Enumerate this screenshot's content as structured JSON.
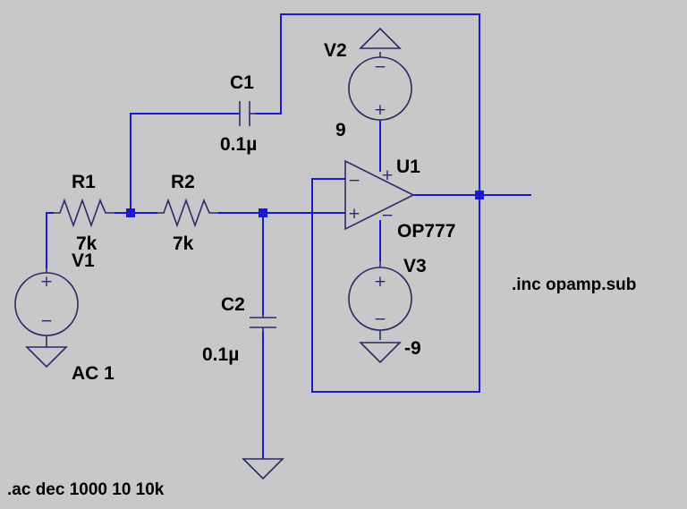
{
  "components": {
    "r1": {
      "name": "R1",
      "value": "7k"
    },
    "r2": {
      "name": "R2",
      "value": "7k"
    },
    "c1": {
      "name": "C1",
      "value": "0.1µ"
    },
    "c2": {
      "name": "C2",
      "value": "0.1µ"
    },
    "v1": {
      "name": "V1",
      "value": "AC 1"
    },
    "v2": {
      "name": "V2",
      "value": "9"
    },
    "v3": {
      "name": "V3",
      "value": "-9"
    },
    "u1": {
      "name": "U1",
      "value": "OP777"
    }
  },
  "directives": {
    "include": ".inc opamp.sub",
    "analysis": ".ac dec 1000 10 10k"
  },
  "symbols": {
    "plus": "+",
    "minus": "−"
  },
  "colors": {
    "background": "#c8c8c8",
    "wire": "#1a1ad0",
    "component": "#2a2a6a",
    "text": "#000000"
  }
}
